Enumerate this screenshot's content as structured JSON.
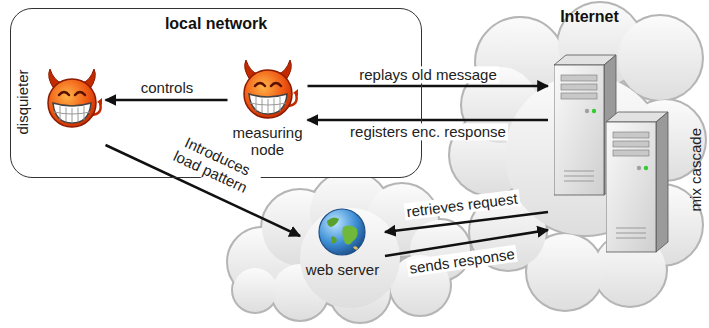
{
  "diagram": {
    "nodes": [
      {
        "text": [
          "local network"
        ]
      },
      {
        "text": [
          "disquieter"
        ],
        "in": 0
      },
      {
        "text": [
          "measuring node"
        ],
        "in": 0
      },
      {
        "text": [
          "Internet"
        ]
      },
      {
        "text": [
          "mix cascade"
        ],
        "in": 3
      },
      {
        "text": [
          "web server"
        ]
      }
    ],
    "edges": [
      {
        "from": 2,
        "to": 1,
        "arrow": "to",
        "label": "controls"
      },
      {
        "from": 2,
        "to": 4,
        "arrow": "to",
        "label": "replays old message"
      },
      {
        "from": 4,
        "to": 2,
        "arrow": "to",
        "label": "registers enc. response"
      },
      {
        "from": 1,
        "to": 5,
        "arrow": "to",
        "label": "Introduces load pattern"
      },
      {
        "from": 4,
        "to": 5,
        "arrow": "to",
        "label": "retrieves request"
      },
      {
        "from": 5,
        "to": 4,
        "arrow": "to",
        "label": "sends response"
      }
    ]
  }
}
